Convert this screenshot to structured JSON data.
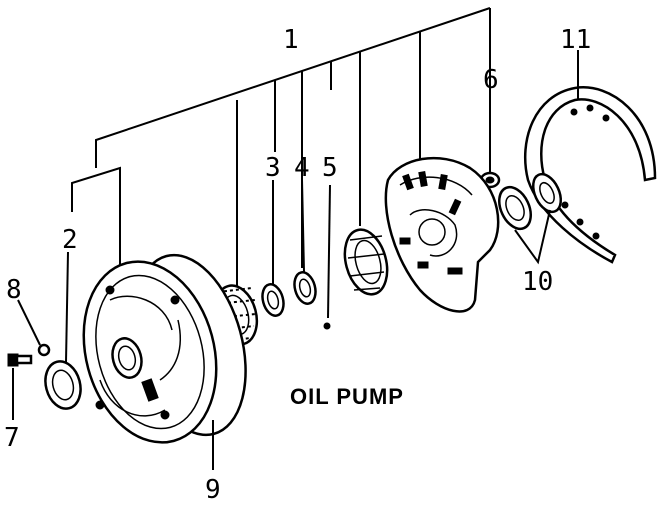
{
  "diagram": {
    "title": "OIL PUMP",
    "labels": {
      "1": "1",
      "2": "2",
      "3": "3",
      "4": "4",
      "5": "5",
      "6": "6",
      "7": "7",
      "8": "8",
      "9": "9",
      "10": "10",
      "11": "11"
    }
  }
}
